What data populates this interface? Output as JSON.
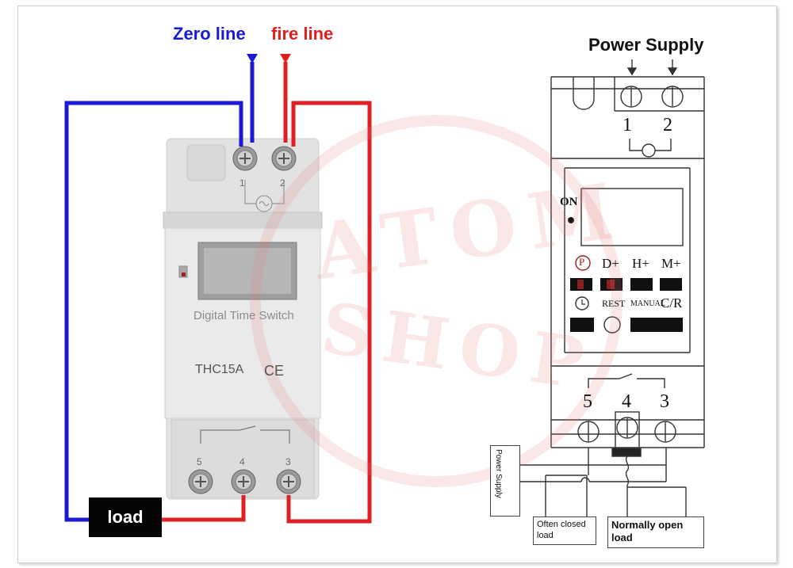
{
  "labels": {
    "zero_line": "Zero line",
    "fire_line": "fire line",
    "power_supply_title": "Power Supply",
    "load": "load"
  },
  "device": {
    "title": "Digital Time Switch",
    "model": "THC15A",
    "mark": "CE",
    "terminals_top": [
      "1",
      "2"
    ],
    "terminals_bottom": [
      "5",
      "4",
      "3"
    ]
  },
  "schematic": {
    "terminals_top": [
      "1",
      "2"
    ],
    "terminals_bottom": [
      "5",
      "4",
      "3"
    ],
    "on_label": "ON",
    "buttons_row1": [
      "P",
      "D+",
      "H+",
      "M+"
    ],
    "buttons_row2": [
      "REST",
      "MANUAL",
      "C/R"
    ],
    "power_supply_vertical": "Power Supply",
    "often_closed": "Often closed load",
    "normally_open": "Normally open load"
  },
  "watermark": {
    "line1": "ATOM",
    "line2": "SHOP"
  },
  "colors": {
    "zero": "#1a1ad6",
    "fire": "#e02020",
    "device_body": "#e4e4e4"
  }
}
